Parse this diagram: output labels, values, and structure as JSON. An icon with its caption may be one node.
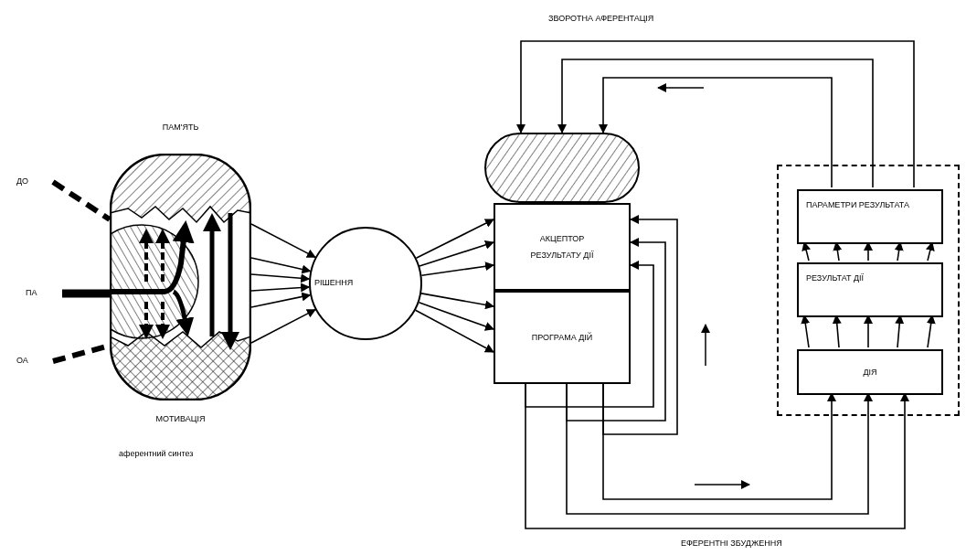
{
  "diagram": {
    "nodes": [
      {
        "text": [
          "ПАМ'ЯТЬ",
          "МОТИВАЦІЯ"
        ]
      },
      {
        "text": [
          "ДО"
        ]
      },
      {
        "text": [
          "ПА"
        ]
      },
      {
        "text": [
          "ОА"
        ]
      },
      {
        "text": [
          "РІШЕННЯ"
        ]
      },
      {
        "text": [
          "АКЦЕПТОР РЕЗУЛЬТАТУ ДІЇ"
        ]
      },
      {
        "text": [
          "ПРОГРАМА ДІЙ"
        ]
      },
      {
        "text": [],
        "shape": "oval"
      },
      {
        "text": [],
        "shape": "box"
      },
      {
        "text": [
          "ПАРАМЕТРИ РЕЗУЛЬТАТА"
        ],
        "in": 8
      },
      {
        "text": [
          "РЕЗУЛЬТАТ ДІЇ"
        ],
        "in": 8
      },
      {
        "text": [
          "ДІЯ"
        ],
        "in": 8
      }
    ],
    "edges": [
      {
        "from": 1,
        "to": 0,
        "arrow": "none",
        "style": "dashed"
      },
      {
        "from": 2,
        "to": 0,
        "arrow": "none",
        "style": "thick"
      },
      {
        "from": 3,
        "to": 0,
        "arrow": "none",
        "style": "dashed"
      },
      {
        "from": 0,
        "to": 4,
        "arrow": "to"
      },
      {
        "from": 0,
        "to": 4,
        "arrow": "to"
      },
      {
        "from": 0,
        "to": 4,
        "arrow": "to"
      },
      {
        "from": 0,
        "to": 4,
        "arrow": "to"
      },
      {
        "from": 0,
        "to": 4,
        "arrow": "to"
      },
      {
        "from": 0,
        "to": 4,
        "arrow": "to"
      },
      {
        "from": 4,
        "to": 5,
        "arrow": "to"
      },
      {
        "from": 4,
        "to": 5,
        "arrow": "to"
      },
      {
        "from": 4,
        "to": 5,
        "arrow": "to"
      },
      {
        "from": 4,
        "to": 6,
        "arrow": "to"
      },
      {
        "from": 4,
        "to": 6,
        "arrow": "to"
      },
      {
        "from": 4,
        "to": 6,
        "arrow": "to"
      },
      {
        "from": 9,
        "to": 7,
        "arrow": "to"
      },
      {
        "from": 9,
        "to": 7,
        "arrow": "to"
      },
      {
        "from": 9,
        "to": 7,
        "arrow": "to"
      },
      {
        "from": 6,
        "to": 5,
        "arrow": "to"
      },
      {
        "from": 6,
        "to": 5,
        "arrow": "to"
      },
      {
        "from": 6,
        "to": 5,
        "arrow": "to"
      },
      {
        "from": 6,
        "to": 11,
        "arrow": "to"
      },
      {
        "from": 6,
        "to": 11,
        "arrow": "to"
      },
      {
        "from": 6,
        "to": 11,
        "arrow": "to"
      },
      {
        "from": 11,
        "to": 10,
        "arrow": "to"
      },
      {
        "from": 11,
        "to": 10,
        "arrow": "to"
      },
      {
        "from": 11,
        "to": 10,
        "arrow": "to"
      },
      {
        "from": 11,
        "to": 10,
        "arrow": "to"
      },
      {
        "from": 11,
        "to": 10,
        "arrow": "to"
      },
      {
        "from": 10,
        "to": 9,
        "arrow": "to"
      },
      {
        "from": 10,
        "to": 9,
        "arrow": "to"
      },
      {
        "from": 10,
        "to": 9,
        "arrow": "to"
      },
      {
        "from": 10,
        "to": 9,
        "arrow": "to"
      },
      {
        "from": 10,
        "to": 9,
        "arrow": "to"
      }
    ],
    "labels": [
      "ЗВОРОТНА АФЕРЕНТАЦІЯ",
      "аферентний синтез",
      "ЕФЕРЕНТНІ ЗБУДЖЕННЯ"
    ]
  }
}
